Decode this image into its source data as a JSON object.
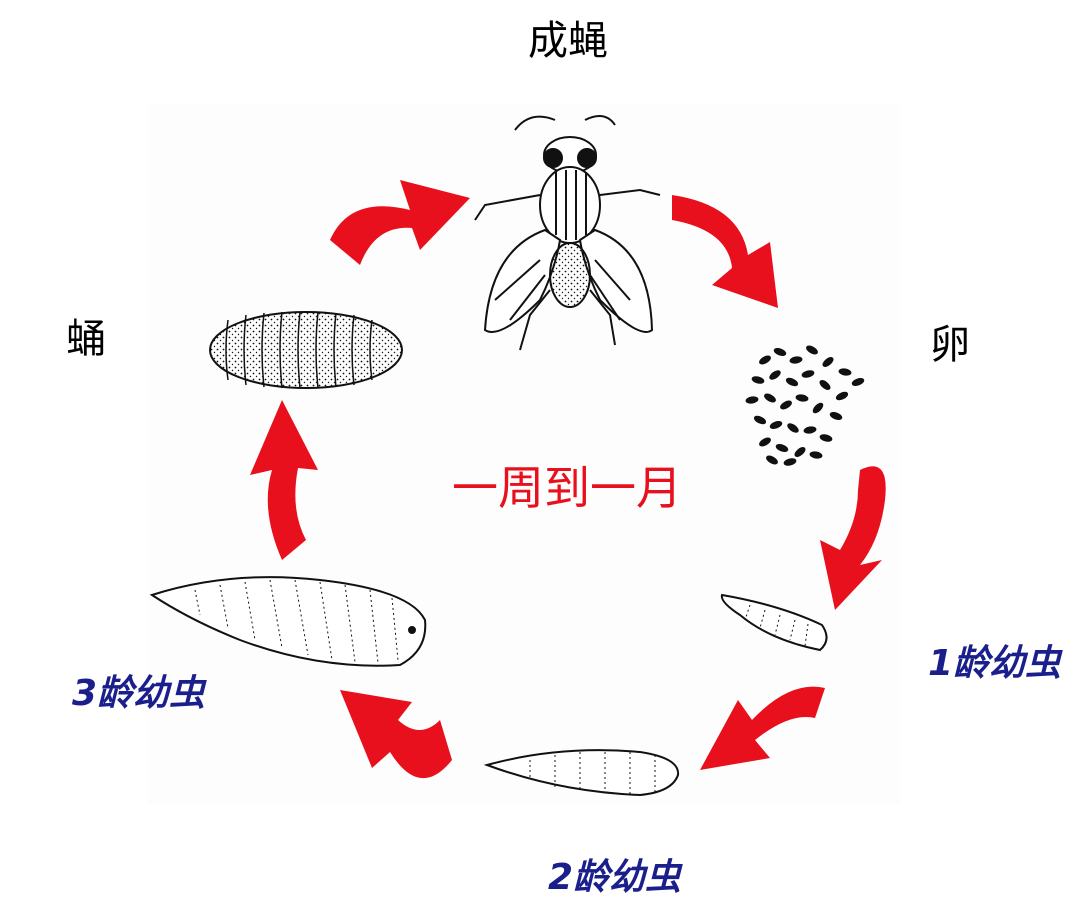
{
  "labels": {
    "adult": "成蝇",
    "egg": "卵",
    "pupa": "蛹",
    "larva1": "1龄幼虫",
    "larva2": "2龄幼虫",
    "larva3": "3龄幼虫"
  },
  "center_text": "一周到一月",
  "colors": {
    "arrow": "#e8101c",
    "stage_text": "#1a1f8c",
    "center_text": "#e8101c",
    "ink": "#111111"
  },
  "icons": [
    "fly-icon",
    "eggs-icon",
    "larva-icon",
    "pupa-icon",
    "cycle-arrow-icon"
  ]
}
